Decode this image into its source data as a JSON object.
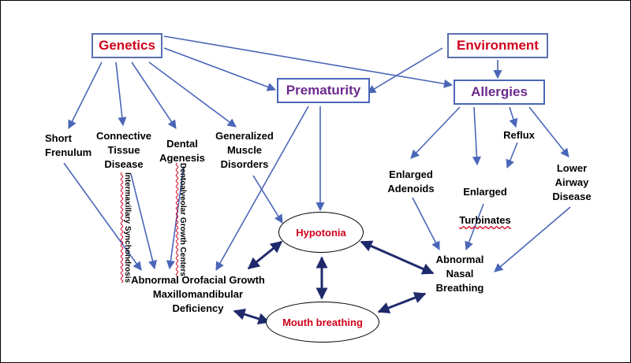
{
  "boxes": {
    "genetics": "Genetics",
    "environment": "Environment",
    "prematurity": "Prematurity",
    "allergies": "Allergies"
  },
  "labels": {
    "short_frenulum": "Short\nFrenulum",
    "connective_tissue": "Connective\nTissue\nDisease",
    "dental_agenesis": "Dental\nAgenesis",
    "generalized_muscle": "Generalized\nMuscle\nDisorders",
    "reflux": "Reflux",
    "enlarged_adenoids": "Enlarged\nAdenoids",
    "enlarged_turbinates_1": "Enlarged",
    "enlarged_turbinates_2": "Turbinates",
    "lower_airway": "Lower\nAirway\nDisease",
    "abnormal_nasal": "Abnormal\nNasal\nBreathing",
    "orofacial": "Abnormal Orofacial Growth\nMaxillomandibular\nDeficiency"
  },
  "ellipses": {
    "hypotonia": "Hypotonia",
    "mouth_breathing": "Mouth breathing"
  },
  "rotated": {
    "intermaxillary": "Intermaxillary Synchondrosis",
    "dentoalveolar": "Dentoalveolar Growth Centers"
  },
  "colors": {
    "arrow_blue": "#4a66b8",
    "arrow_navy": "#1f2a6b",
    "red": "#d0021b",
    "purple": "#6b2a8c"
  }
}
